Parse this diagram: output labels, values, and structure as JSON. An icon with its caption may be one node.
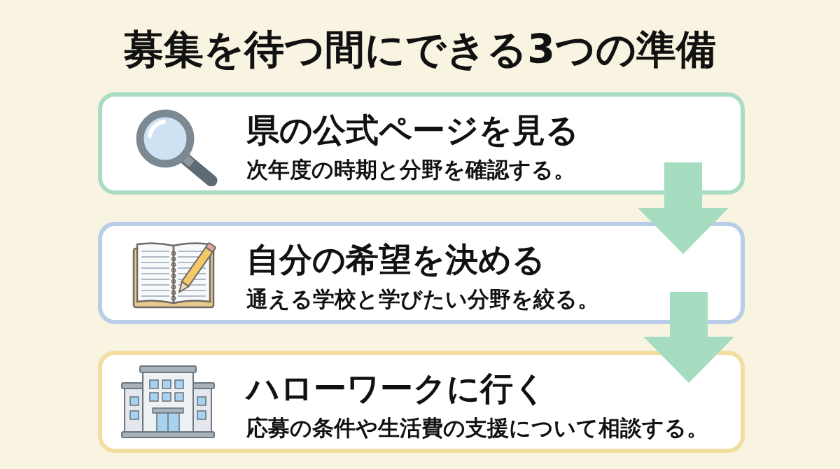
{
  "diagram": {
    "title": "募集を待つ間にできる3つの準備",
    "nodes": [
      {
        "text": [
          "県の公式ページを見る",
          "次年度の時期と分野を確認する。"
        ]
      },
      {
        "text": [
          "自分の希望を決める",
          "通える学校と学びたい分野を絞る。"
        ]
      },
      {
        "text": [
          "ハローワークに行く",
          "応募の条件や生活費の支援について相談する。"
        ]
      }
    ],
    "edges": [
      {
        "from": 0,
        "to": 1,
        "arrow": "to"
      },
      {
        "from": 1,
        "to": 2,
        "arrow": "to"
      }
    ]
  }
}
